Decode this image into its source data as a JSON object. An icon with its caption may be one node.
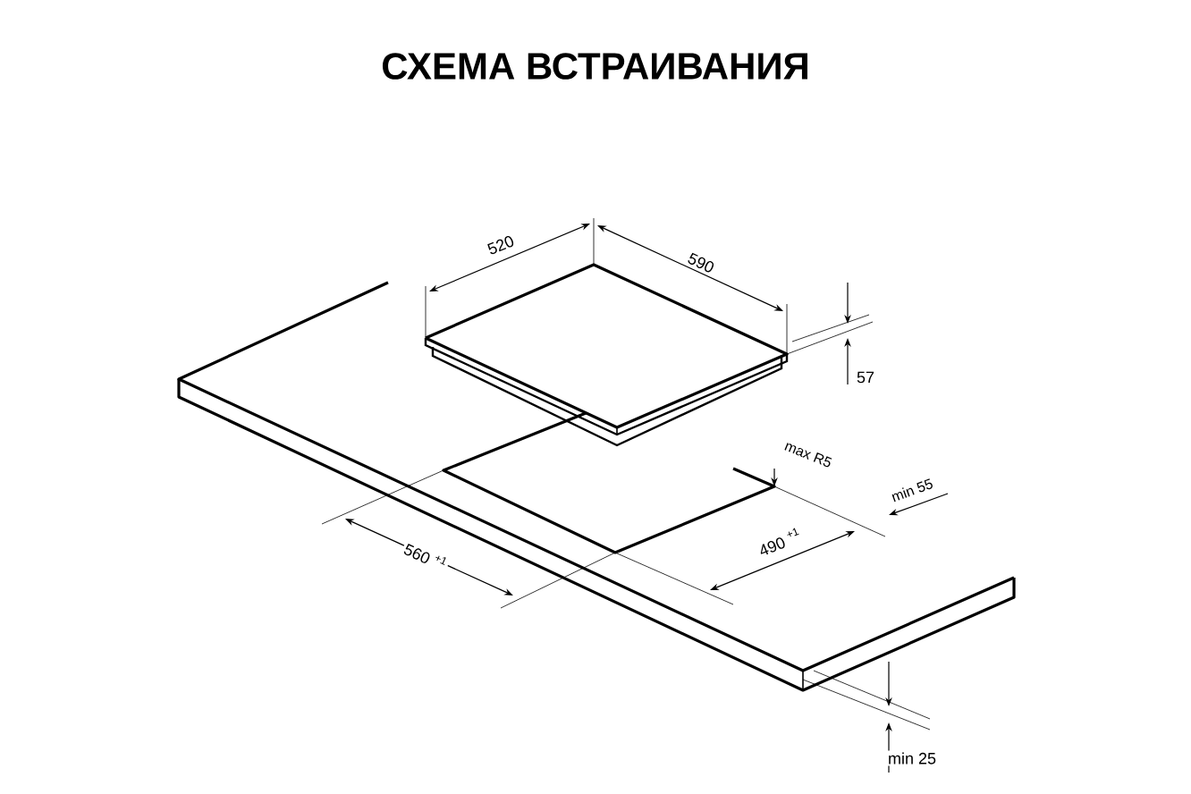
{
  "diagram": {
    "title": "СХЕМА ВСТРАИВАНИЯ",
    "labels": [
      "520",
      "590",
      "57",
      "max R5",
      "min 55",
      "560 $^{+1}$",
      "490 $^{+1}$",
      "min 25"
    ]
  }
}
